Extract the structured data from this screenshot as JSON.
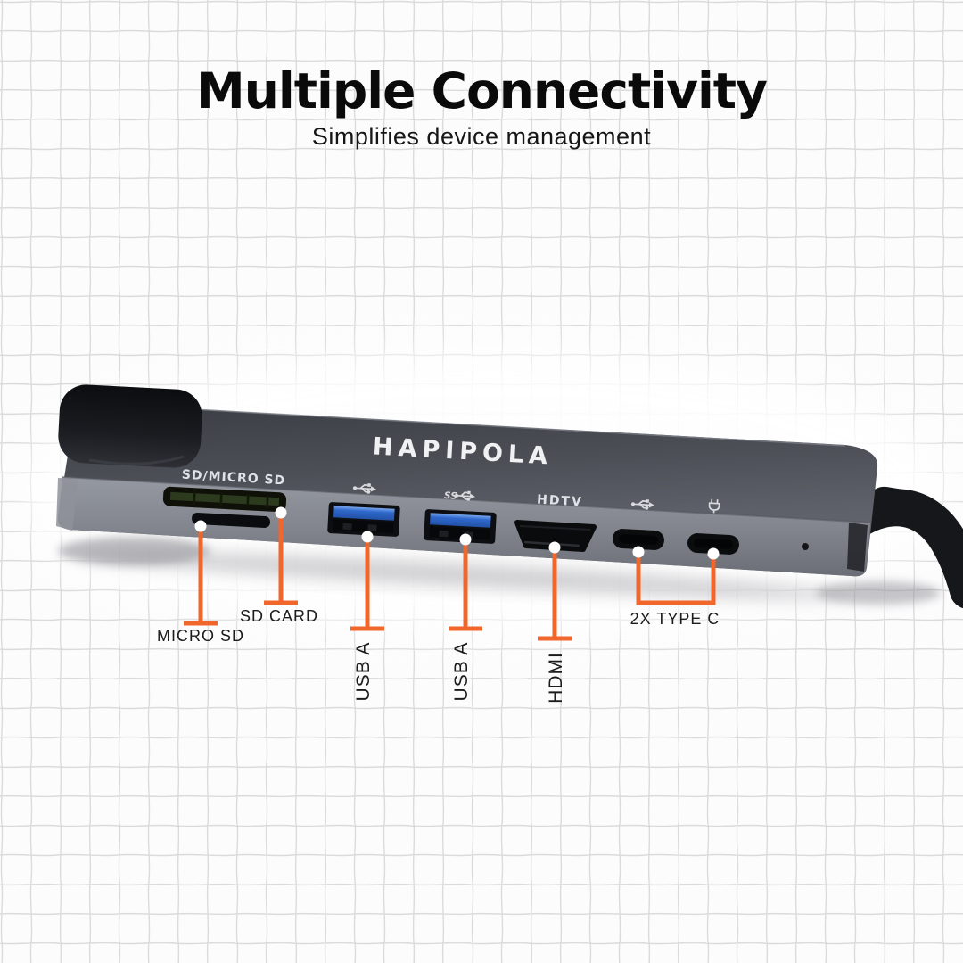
{
  "header": {
    "title": "Multiple Connectivity",
    "subtitle": "Simplifies device management"
  },
  "device": {
    "brand": "HAPIPOLA",
    "print": {
      "card_slots": "SD/MICRO SD",
      "hdmi": "HDTV",
      "usb3_prefix": "SS"
    },
    "ports": [
      {
        "name": "sd-card-slot"
      },
      {
        "name": "micro-sd-slot"
      },
      {
        "name": "usb-a-port-1"
      },
      {
        "name": "usb-a-port-2"
      },
      {
        "name": "hdmi-port"
      },
      {
        "name": "usb-c-port-1"
      },
      {
        "name": "usb-c-port-2"
      },
      {
        "name": "reset-pinhole"
      }
    ],
    "icons": [
      "usb-trident-icon",
      "usb3-ss-trident-icon",
      "usb-trident-icon",
      "charge-plug-icon"
    ]
  },
  "annotations": {
    "color": "#F1662A",
    "items": [
      {
        "id": "micro-sd",
        "label": "MICRO SD"
      },
      {
        "id": "sd-card",
        "label": "SD CARD"
      },
      {
        "id": "usb-a-1",
        "label": "USB A"
      },
      {
        "id": "usb-a-2",
        "label": "USB A"
      },
      {
        "id": "hdmi",
        "label": "HDMI"
      },
      {
        "id": "type-c",
        "label": "2X TYPE C"
      }
    ]
  },
  "colors": {
    "accent": "#F1662A",
    "grid_line": "#D7D7D7",
    "background": "#FCFCFD",
    "title_text": "#0A0A0A",
    "usb_port_blue": "#2F68CC",
    "body_top_face": "#4D4F57",
    "body_front_face": "#83868E"
  }
}
